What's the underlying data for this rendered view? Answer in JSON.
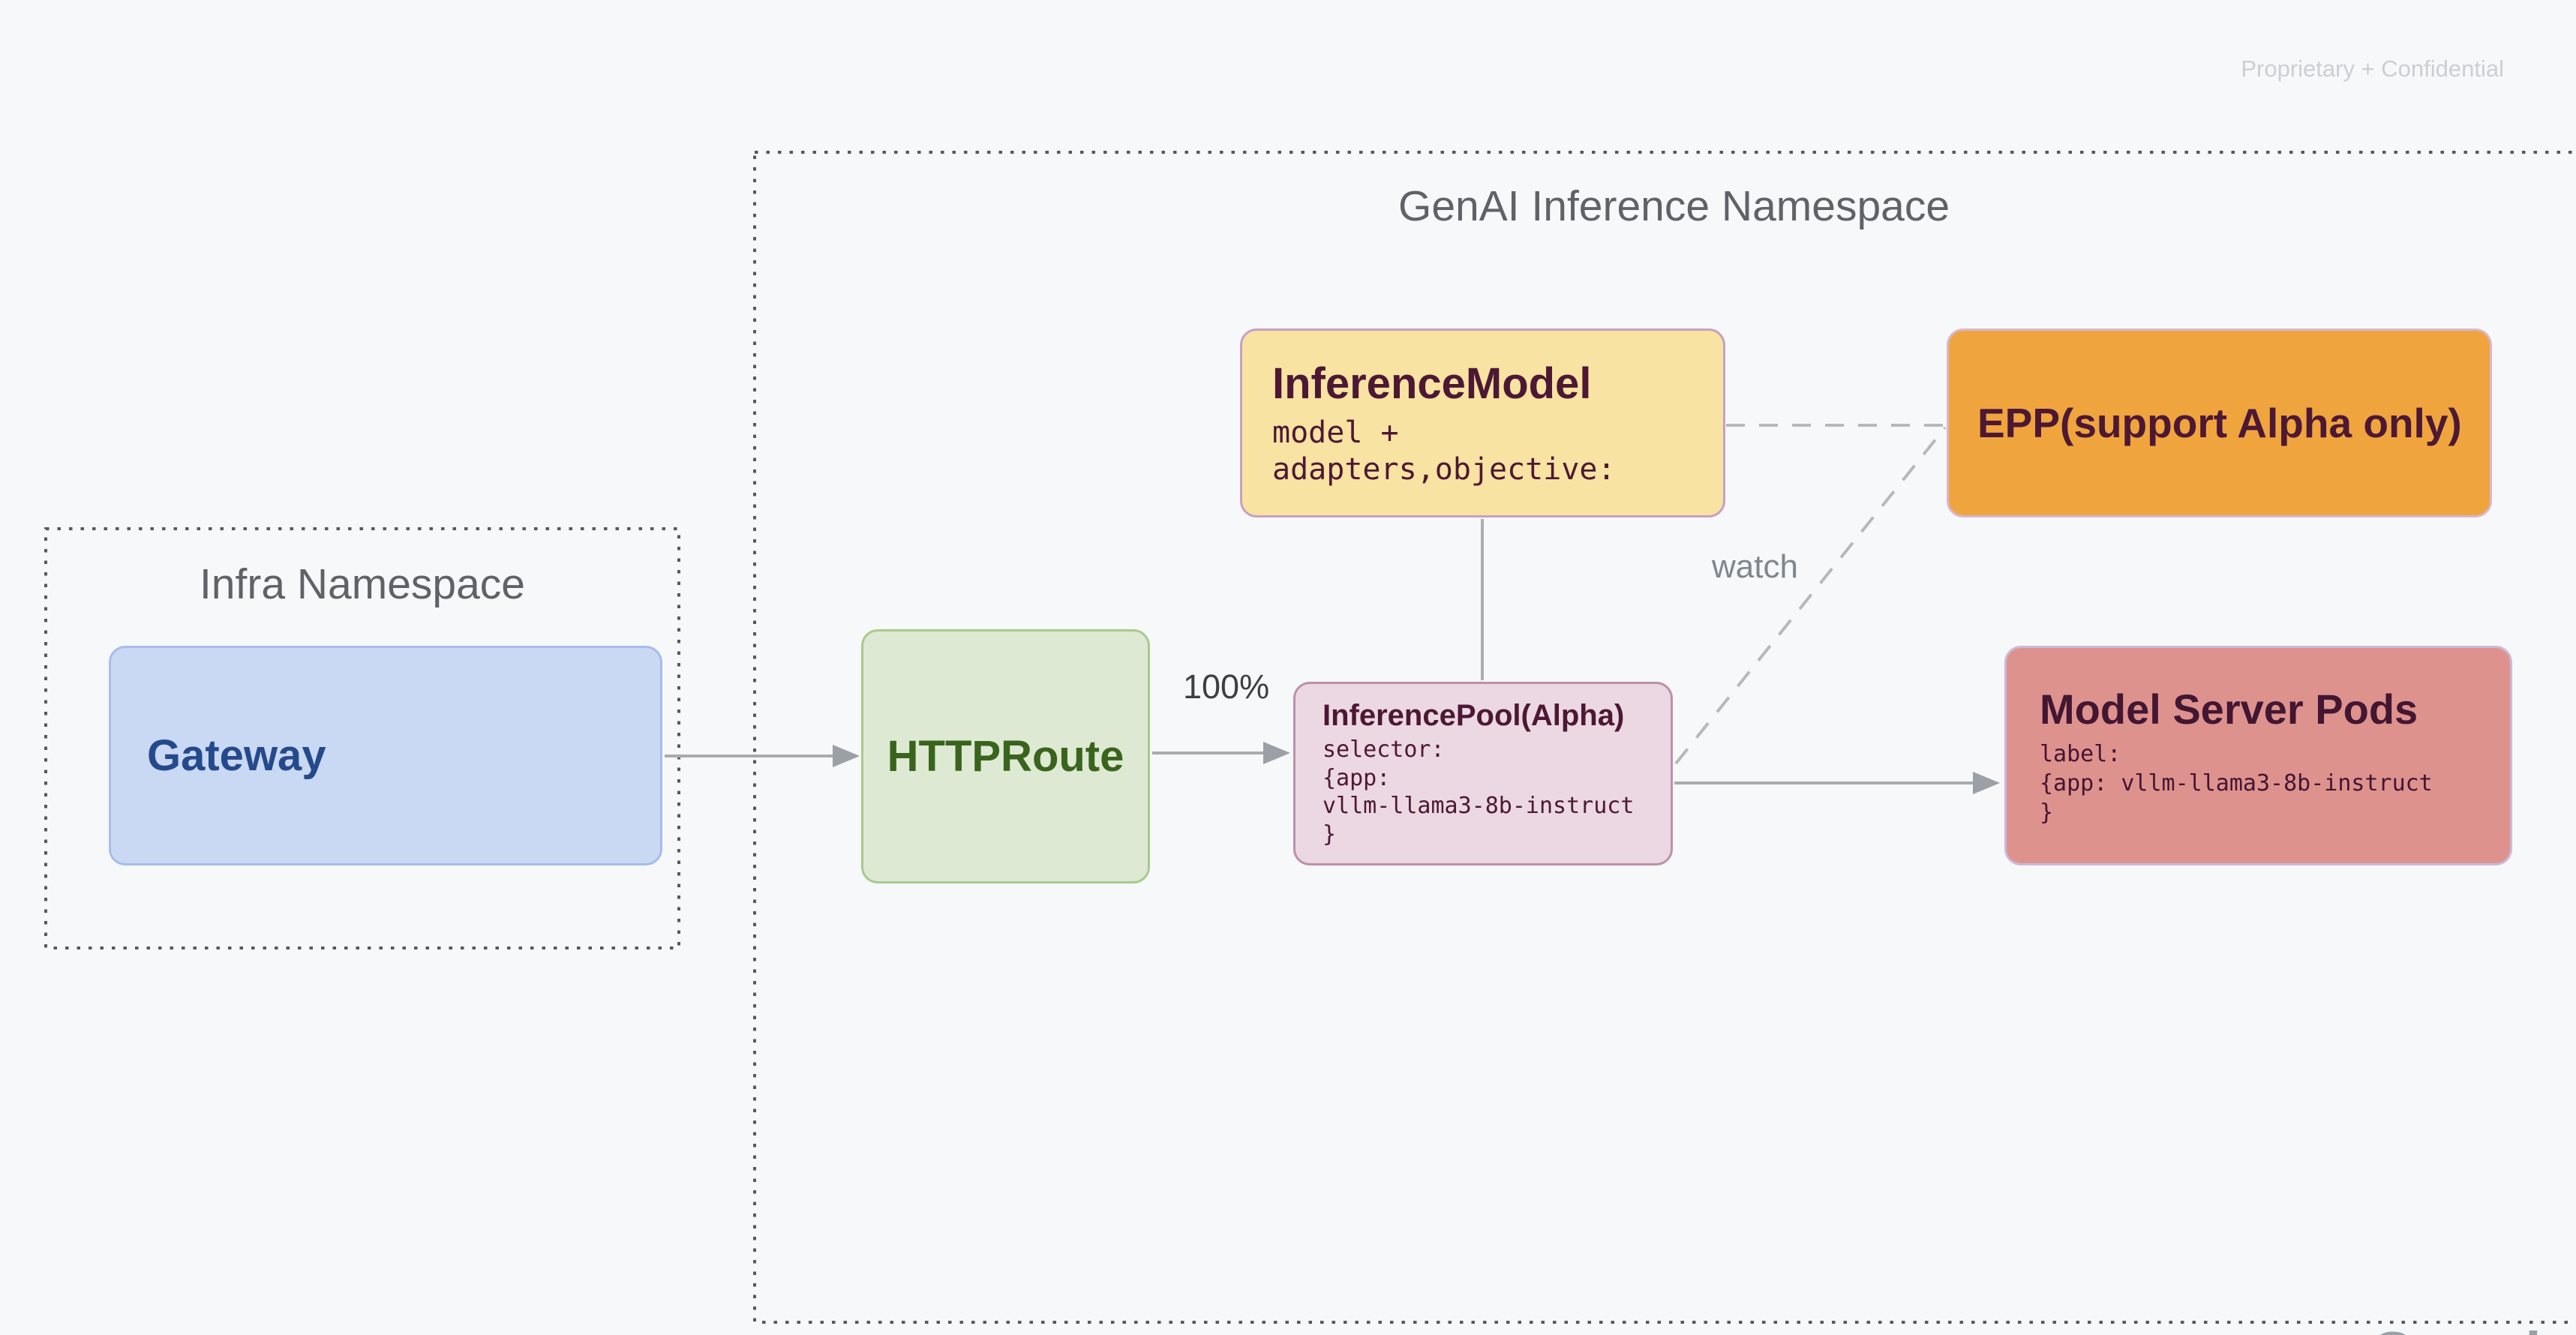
{
  "page": {
    "watermark": "Proprietary + Confidential",
    "partial_logo": "Google",
    "background_color": "#f7f8fa"
  },
  "namespaces": {
    "genai": {
      "title": "GenAI Inference Namespace",
      "border_style": "dotted",
      "border_color": "#56595d"
    },
    "infra": {
      "title": "Infra Namespace",
      "border_style": "dotted",
      "border_color": "#56595d"
    }
  },
  "nodes": {
    "gateway": {
      "title": "Gateway",
      "fill": "#c9d8f3",
      "border": "#a6bde8",
      "text_color": "#254a8c"
    },
    "httproute": {
      "title": "HTTPRoute",
      "fill": "#dde9d3",
      "border": "#a8ca8e",
      "text_color": "#3a641d"
    },
    "inference_model": {
      "title": "InferenceModel",
      "body": "model +\nadapters,objective:",
      "fill": "#f8e3a2",
      "border": "#c6a0c2",
      "text_color": "#4d1834"
    },
    "epp": {
      "title": "EPP(support Alpha only)",
      "fill": "#f0a43e",
      "border": "#d8b7d0",
      "text_color": "#4d1834"
    },
    "inference_pool": {
      "title": "InferencePool(Alpha)",
      "body": "selector:\n{app:\nvllm-llama3-8b-instruct\n}",
      "fill": "#ebd8e2",
      "border": "#bd90aa",
      "text_color": "#4d1834"
    },
    "model_server_pods": {
      "title": "Model Server Pods",
      "body": "label:\n{app: vllm-llama3-8b-instruct\n}",
      "fill": "#de928e",
      "border": "#ccb9da",
      "text_color": "#431631"
    }
  },
  "edges": {
    "route_weight_label": "100%",
    "watch_label": "watch",
    "solid_color": "#a8abae",
    "dashed_color": "#b6b9bc",
    "connections": [
      {
        "from": "gateway",
        "to": "httproute",
        "style": "solid-arrow"
      },
      {
        "from": "httproute",
        "to": "inference_pool",
        "style": "solid-arrow",
        "label": "100%"
      },
      {
        "from": "inference_model",
        "to": "inference_pool",
        "style": "solid-line"
      },
      {
        "from": "inference_pool",
        "to": "model_server_pods",
        "style": "solid-arrow"
      },
      {
        "from": "inference_model",
        "to": "epp",
        "style": "dashed"
      },
      {
        "from": "inference_pool",
        "to": "epp",
        "style": "dashed",
        "label": "watch"
      }
    ]
  }
}
